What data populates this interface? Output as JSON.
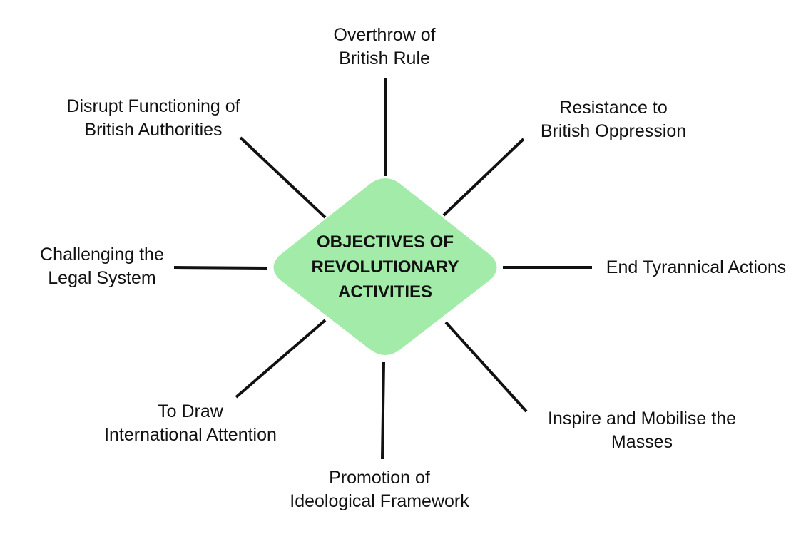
{
  "center": {
    "lines": [
      "OBJECTIVES OF",
      "REVOLUTIONARY",
      "ACTIVITIES"
    ],
    "fill_color": "#a3eba9"
  },
  "line_color": "#111111",
  "branches": [
    {
      "id": "overthrow",
      "lines": [
        "Overthrow of",
        "British Rule"
      ]
    },
    {
      "id": "resistance",
      "lines": [
        "Resistance to",
        "British Oppression"
      ]
    },
    {
      "id": "end-tyranny",
      "lines": [
        "End Tyrannical Actions"
      ]
    },
    {
      "id": "inspire",
      "lines": [
        "Inspire and Mobilise the",
        "Masses"
      ]
    },
    {
      "id": "promotion",
      "lines": [
        "Promotion of",
        "Ideological Framework"
      ]
    },
    {
      "id": "international",
      "lines": [
        "To Draw",
        "International Attention"
      ]
    },
    {
      "id": "legal",
      "lines": [
        "Challenging the",
        "Legal System"
      ]
    },
    {
      "id": "disrupt",
      "lines": [
        "Disrupt Functioning of",
        "British Authorities"
      ]
    }
  ]
}
